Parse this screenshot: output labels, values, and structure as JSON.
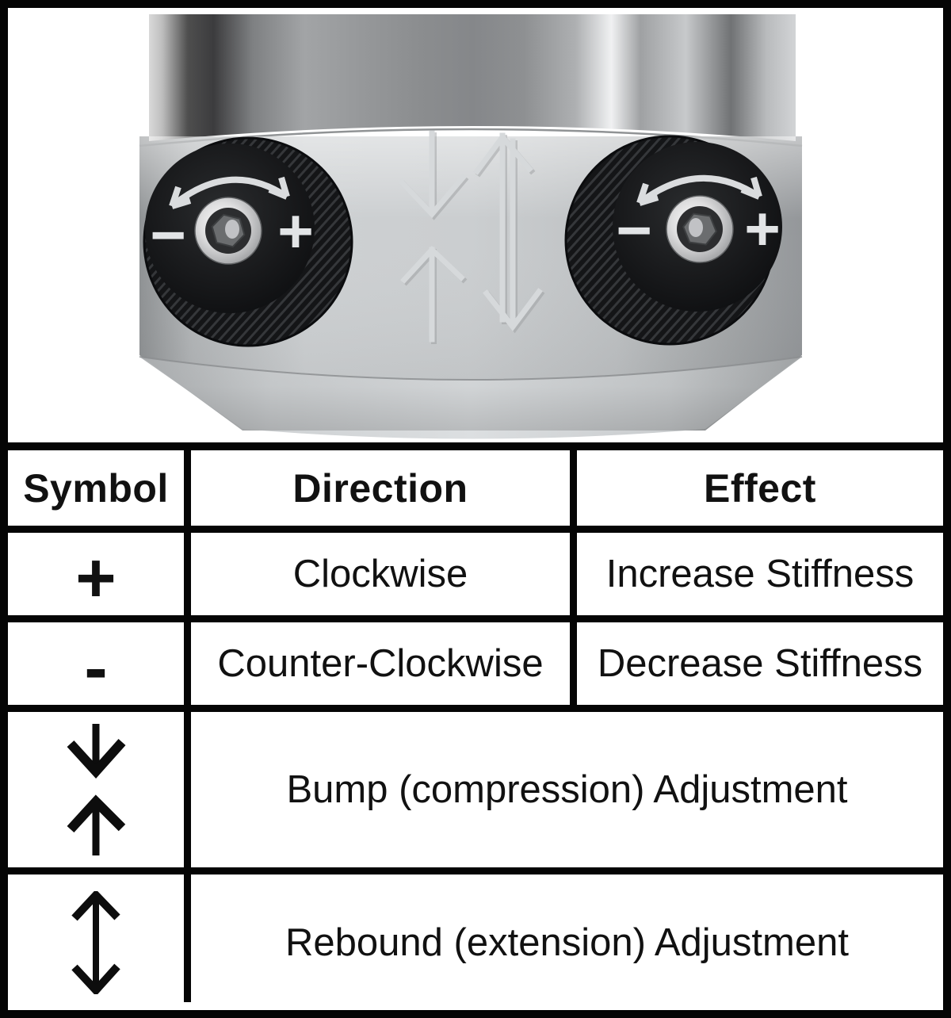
{
  "photo": {
    "left_knob": {
      "minus_mark": "−",
      "plus_mark": "+",
      "rotation_icon": "curved-double-arrow-icon"
    },
    "right_knob": {
      "minus_mark": "−",
      "plus_mark": "+",
      "rotation_icon": "curved-double-arrow-icon"
    },
    "etched_symbols": {
      "bump": "compression-arrows-icon",
      "rebound": "extension-arrow-icon"
    }
  },
  "table": {
    "headers": {
      "symbol": "Symbol",
      "direction": "Direction",
      "effect": "Effect"
    },
    "rows": [
      {
        "symbol": "+",
        "direction": "Clockwise",
        "effect": "Increase Stiffness"
      },
      {
        "symbol": "-",
        "direction": "Counter-Clockwise",
        "effect": "Decrease Stiffness"
      },
      {
        "symbol_icon": "bump-compression-arrows-icon",
        "label": "Bump (compression) Adjustment"
      },
      {
        "symbol_icon": "rebound-extension-arrow-icon",
        "label": "Rebound (extension) Adjustment"
      }
    ]
  },
  "colors": {
    "frame_border": "#050505",
    "table_lines": "#050505",
    "text": "#111111",
    "knob_marks": "#e2e4e6",
    "etched_arrows": "#d6d9db",
    "knob_black": "#121315",
    "body_silver": "#c9ccce"
  }
}
